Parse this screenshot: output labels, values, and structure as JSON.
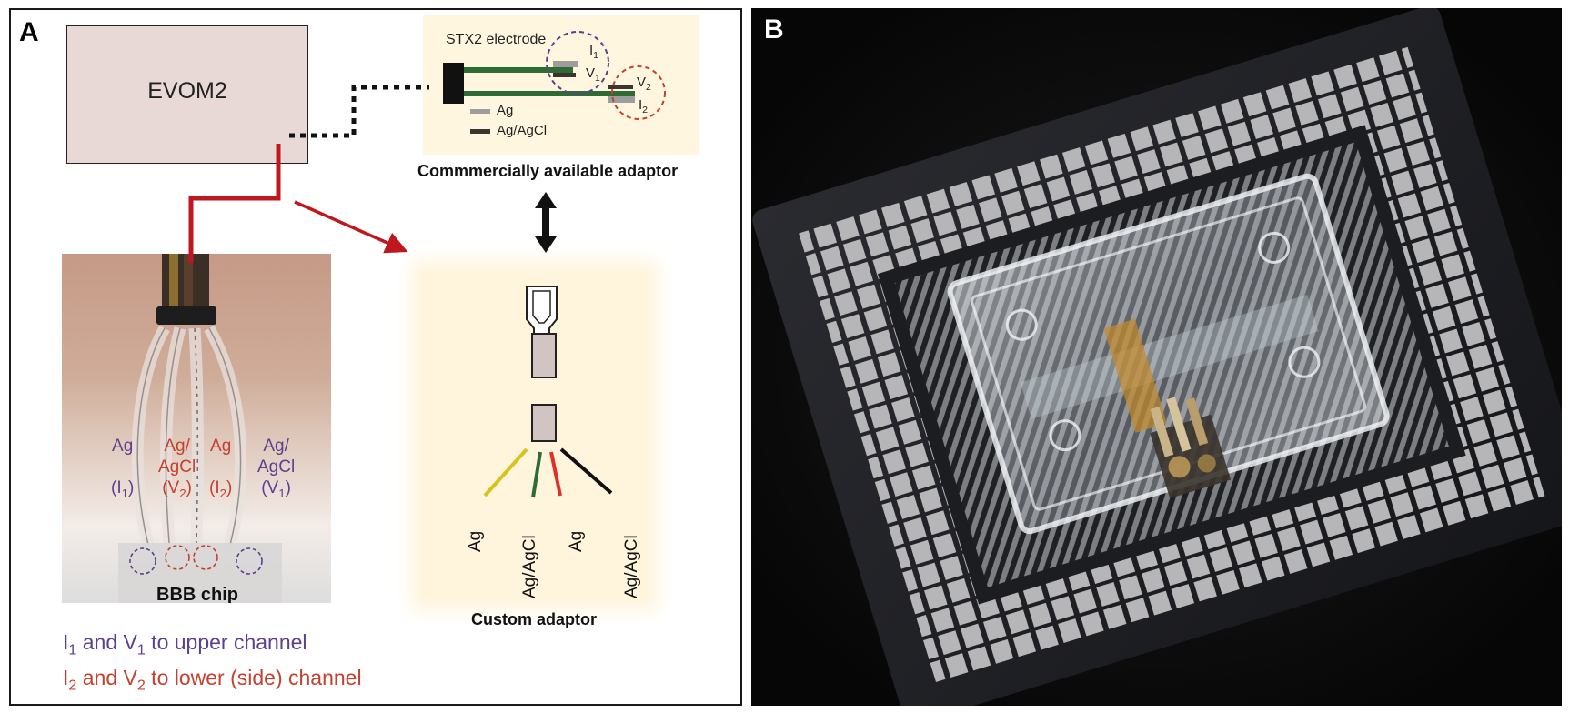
{
  "panel_a": {
    "letter": "A",
    "evom_label": "EVOM2",
    "stx_electrode_label": "STX2 electrode",
    "stx_i1": "I",
    "stx_i1_sub": "1",
    "stx_v1": "V",
    "stx_v1_sub": "1",
    "stx_v2": "V",
    "stx_v2_sub": "2",
    "stx_i2": "I",
    "stx_i2_sub": "2",
    "legend_ag": "Ag",
    "legend_agagcl": "Ag/AgCl",
    "commercial_caption": "Commmercially available adaptor",
    "custom_caption": "Custom adaptor",
    "wire_labels": [
      "Ag",
      "Ag/AgCl",
      "Ag",
      "Ag/AgCl"
    ],
    "tube_labels": [
      {
        "top": "Ag",
        "bottom": "(I",
        "sub": "1",
        "close": ")"
      },
      {
        "top": "Ag/",
        "mid": "AgCl",
        "bottom": "(V",
        "sub": "2",
        "close": ")"
      },
      {
        "top": "Ag",
        "bottom": "(I",
        "sub": "2",
        "close": ")"
      },
      {
        "top": "Ag/",
        "mid": "AgCl",
        "bottom": "(V",
        "sub": "1",
        "close": ")"
      }
    ],
    "chip_label": "BBB chip",
    "note_upper": {
      "a": "I",
      "a_sub": "1",
      "b": " and V",
      "b_sub": "1",
      "c": " to upper channel"
    },
    "note_lower": {
      "a": "I",
      "a_sub": "2",
      "b": " and V",
      "b_sub": "2",
      "c": " to lower (side) channel"
    }
  },
  "panel_b": {
    "letter": "B"
  },
  "colors": {
    "purple": "#5c3f8e",
    "red": "#c4402f",
    "wire_red": "#c0171f",
    "green": "#2e6b35",
    "yellow": "#d8c31e",
    "evom_fill": "#e9d9d6"
  }
}
